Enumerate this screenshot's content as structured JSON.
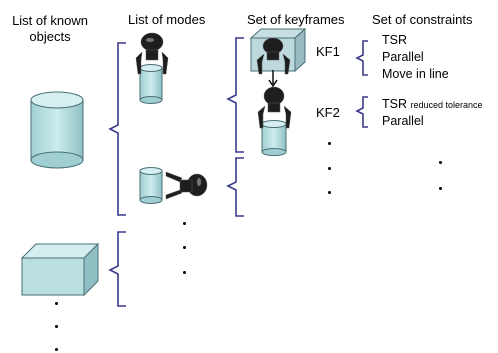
{
  "headers": {
    "objects": "List of known objects",
    "modes": "List of modes",
    "keyframes": "Set of keyframes",
    "constraints": "Set of constraints"
  },
  "keyframes": [
    {
      "label": "KF1"
    },
    {
      "label": "KF2"
    }
  ],
  "constraint_sets": [
    {
      "items": [
        "TSR",
        "Parallel",
        "Move in line"
      ]
    },
    {
      "items": [
        "TSR",
        "Parallel"
      ],
      "note": "reduced tolerance"
    }
  ],
  "colors": {
    "brace": "#3a3a8c",
    "object_fill": "#b9dfe0",
    "object_stroke": "#4a6f75",
    "gripper": "#1e1e1e"
  },
  "icons": [
    "cylinder-icon",
    "box-icon",
    "robot-gripper-icon",
    "arrow-icon",
    "ellipsis-icon"
  ]
}
